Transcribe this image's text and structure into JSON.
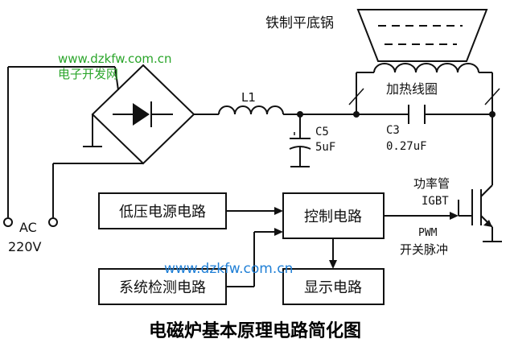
{
  "labels": {
    "pan": "铁制平底锅",
    "inductor": "L1",
    "heating_coil": "加热线圈",
    "c5_name": "C5",
    "c5_value": "5uF",
    "c3_name": "C3",
    "c3_value": "0.27uF",
    "igbt_name": "功率管",
    "igbt_type": "IGBT",
    "pwm_line1": "PWM",
    "pwm_line2": "开关脉冲",
    "ac_label": "AC",
    "ac_voltage": "220V"
  },
  "blocks": {
    "low_voltage_supply": "低压电源电路",
    "control_circuit": "控制电路",
    "system_detection": "系统检测电路",
    "display_circuit": "显示电路"
  },
  "watermark": {
    "url_top": "www.dzkfw.com.cn",
    "site_name": "电子开发网",
    "url_bottom": "www.dzkfw.com.cn"
  },
  "title": "电磁炉基本原理电路简化图",
  "colors": {
    "watermark_green": "#2aa52a",
    "watermark_blue": "#1f7fd6",
    "line": "#111111"
  }
}
